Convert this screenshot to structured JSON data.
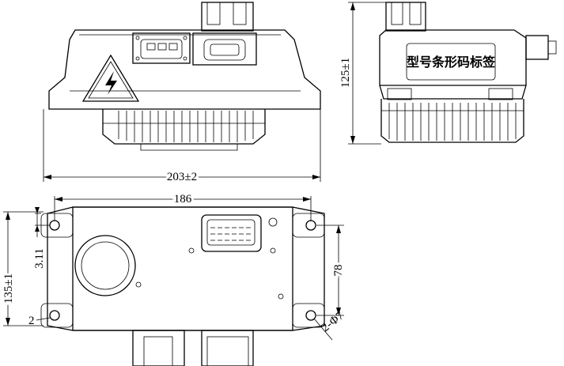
{
  "dimensions": {
    "width_overall": "203±2",
    "height_side": "125±1",
    "hole_spacing_x": "186",
    "height_bottom": "135±1",
    "hole_spacing_y": "78",
    "offset_small": "3.11",
    "corner_label": "2",
    "hole_callout": "2-Φ7"
  },
  "label": {
    "text": "型号条形码标签"
  },
  "icons": {
    "warning": "high-voltage-warning-icon"
  }
}
